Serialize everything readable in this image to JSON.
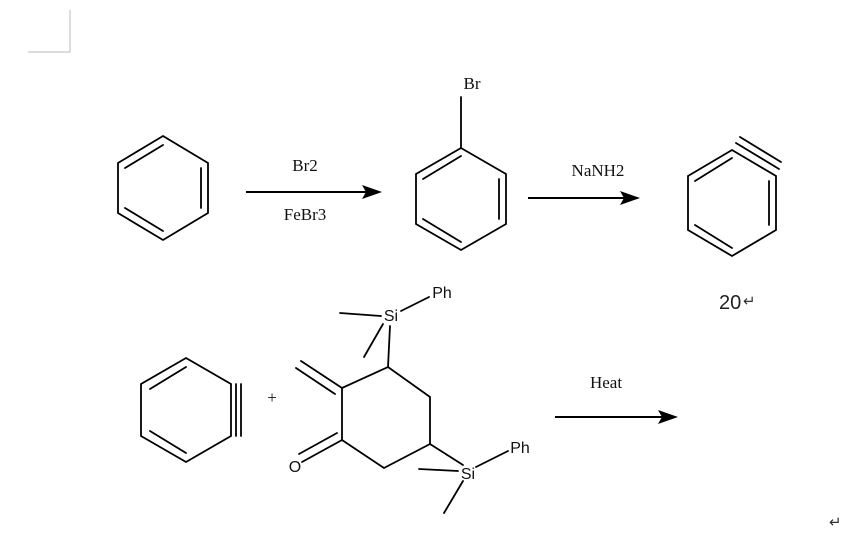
{
  "reaction1": {
    "step1": {
      "reagent_top": "Br2",
      "reagent_bottom": "FeBr3"
    },
    "product_substituent": "Br",
    "step2": {
      "reagent_top": "NaNH2"
    },
    "compound_label": "20",
    "return_mark": "↵"
  },
  "reaction2": {
    "plus": "+",
    "si_group_top": {
      "atom": "Si",
      "ph": "Ph"
    },
    "si_group_bottom": {
      "atom": "Si",
      "ph": "Ph"
    },
    "carbonyl_oxygen": "O",
    "condition": "Heat"
  },
  "page_end_mark": "↵"
}
